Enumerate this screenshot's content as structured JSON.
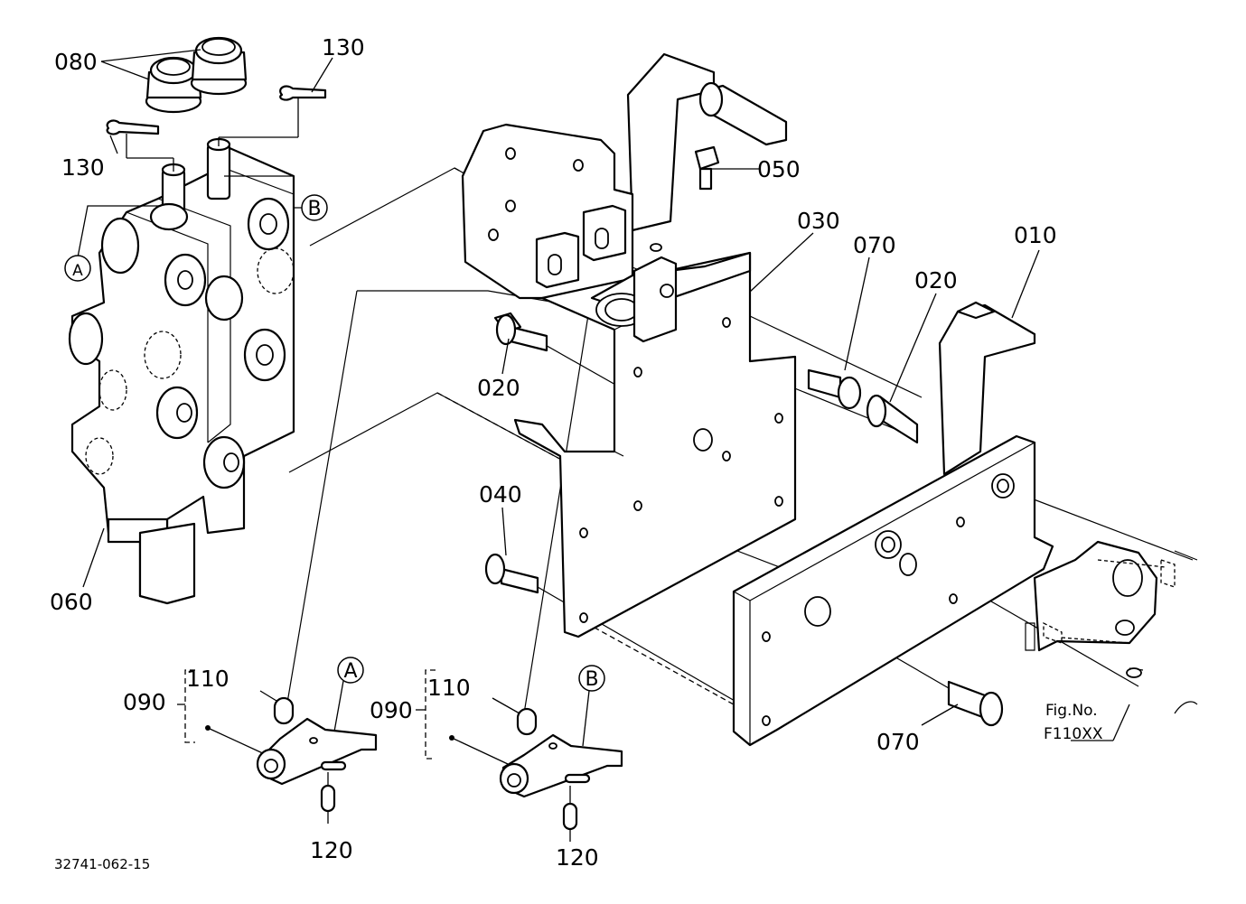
{
  "labels": {
    "p010": "010",
    "p020a": "020",
    "p020b": "020",
    "p030": "030",
    "p040": "040",
    "p050": "050",
    "p060": "060",
    "p070a": "070",
    "p070b": "070",
    "p080": "080",
    "p090a": "090",
    "p090b": "090",
    "p110a": "110",
    "p110b": "110",
    "p120a": "120",
    "p120b": "120",
    "p130a": "130",
    "p130b": "130"
  },
  "refs": {
    "a1": "A",
    "a2": "A",
    "b1": "B",
    "b2": "B"
  },
  "figref": {
    "line1": "Fig.No.",
    "line2": "F110XX"
  },
  "drawing_number": "32741-062-15"
}
